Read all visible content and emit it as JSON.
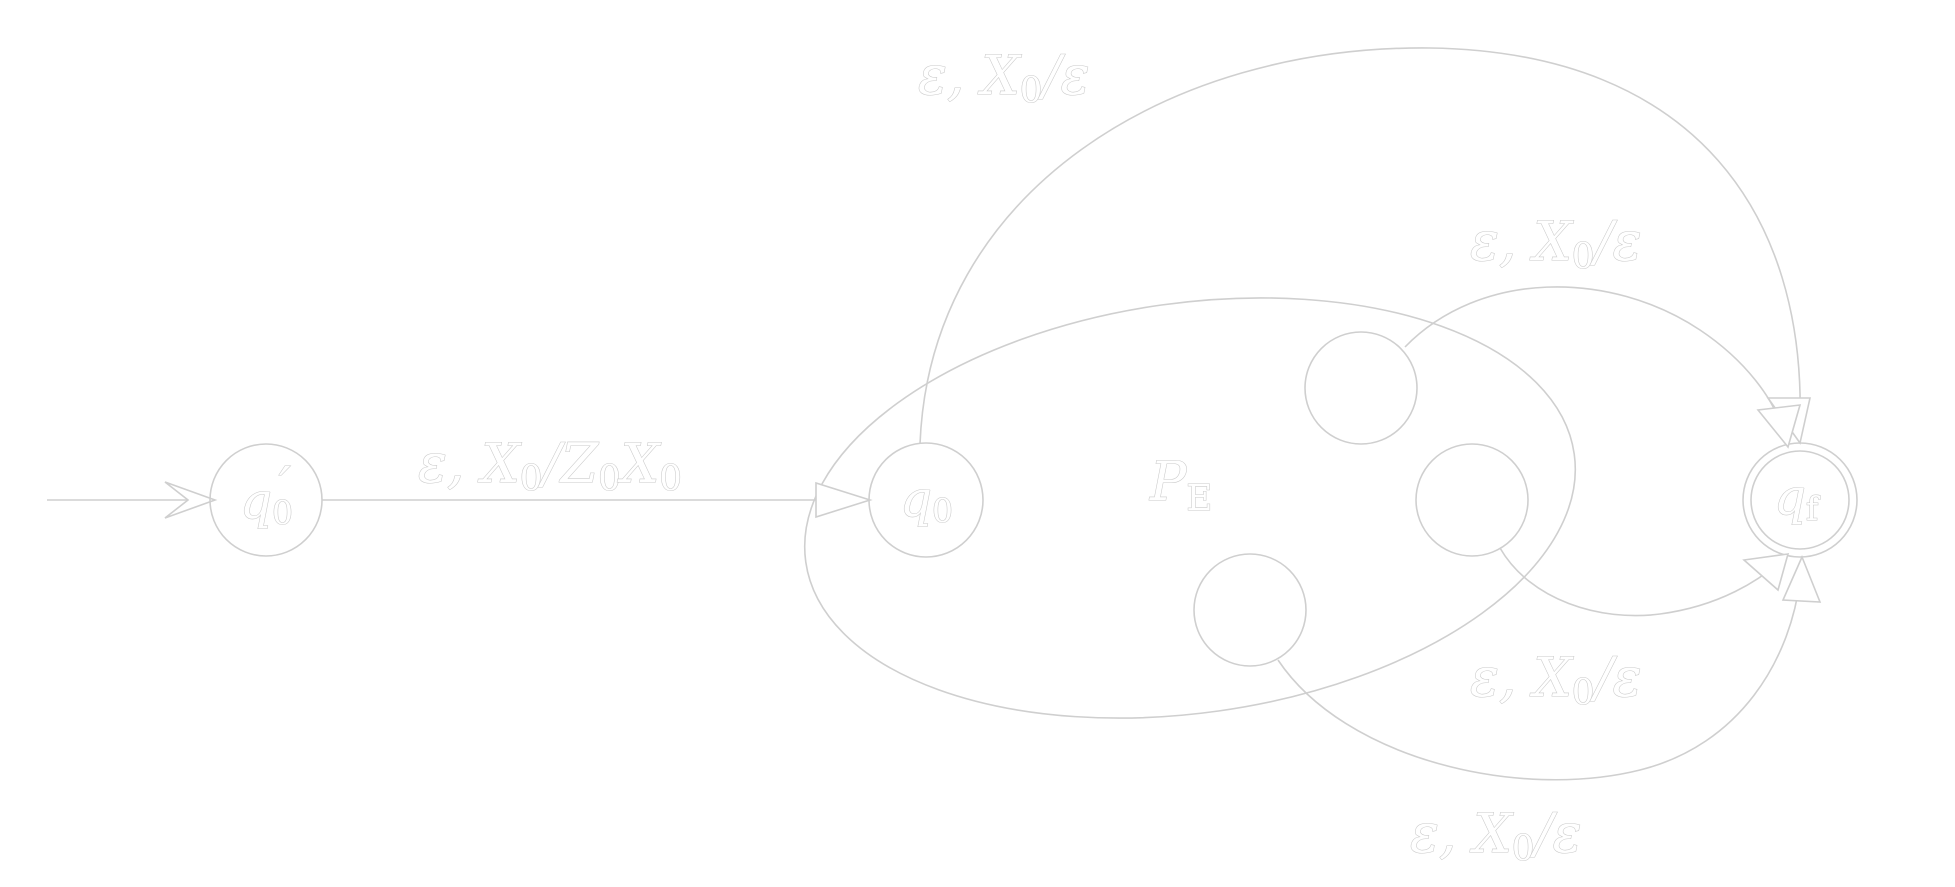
{
  "states": {
    "start": {
      "name": "q",
      "sub": "0",
      "prime": "′"
    },
    "inner": {
      "name": "q",
      "sub": "0"
    },
    "final": {
      "name": "q",
      "sub": "f"
    }
  },
  "machine": {
    "name": "P",
    "sub": "E"
  },
  "edges": {
    "entry": {
      "eps": "ε, ",
      "sym": "X",
      "symsub": "0",
      "slash": "/",
      "push": "Z",
      "pushsub": "0",
      "push2": "X",
      "push2sub": "0"
    },
    "top": {
      "eps": "ε, ",
      "sym": "X",
      "symsub": "0",
      "rest": "/ε"
    },
    "upper": {
      "eps": "ε, ",
      "sym": "X",
      "symsub": "0",
      "rest": "/ε"
    },
    "lower": {
      "eps": "ε, ",
      "sym": "X",
      "symsub": "0",
      "rest": "/ε"
    },
    "bottom": {
      "eps": "ε, ",
      "sym": "X",
      "symsub": "0",
      "rest": "/ε"
    }
  }
}
